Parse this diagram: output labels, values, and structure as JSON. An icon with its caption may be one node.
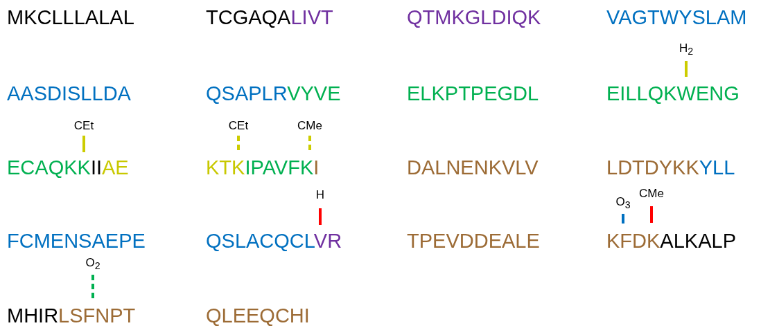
{
  "diagram": {
    "nodes": [
      {
        "text": [
          "H$_{2}$"
        ]
      },
      {
        "text": [
          "CEt"
        ]
      },
      {
        "text": [
          "CEt"
        ]
      },
      {
        "text": [
          "CMe"
        ]
      },
      {
        "text": [
          "H"
        ]
      },
      {
        "text": [
          "O$_{3}$"
        ]
      },
      {
        "text": [
          "CMe"
        ]
      },
      {
        "text": [
          "O$_{2}$"
        ]
      }
    ],
    "edges": [
      {
        "from": 0,
        "to": null,
        "arrow": "none",
        "color": "#cccc00"
      },
      {
        "from": 1,
        "to": null,
        "arrow": "none",
        "color": "#cccc00"
      },
      {
        "from": 2,
        "to": null,
        "arrow": "none",
        "style": "dashed",
        "color": "#cccc00"
      },
      {
        "from": 3,
        "to": null,
        "arrow": "none",
        "style": "dashed",
        "color": "#cccc00"
      },
      {
        "from": 4,
        "to": null,
        "arrow": "none",
        "color": "#ff0000"
      },
      {
        "from": 5,
        "to": null,
        "arrow": "none",
        "color": "#0070c0"
      },
      {
        "from": 6,
        "to": null,
        "arrow": "none",
        "color": "#ff0000"
      },
      {
        "from": 7,
        "to": null,
        "arrow": "none",
        "style": "dashed",
        "color": "#00b050"
      }
    ],
    "labels": [
      "MKCLLLALAL",
      "TCGAQALIVT",
      "QTMKGLDIQK",
      "VAGTWYSLAM",
      "AASDISLLDA",
      "QSAPLRVYVE",
      "ELKPTPEGDL",
      "EILLQKWENG",
      "ECAQKKIIAE",
      "KTKIPAVFKI",
      "DALNENKVLV",
      "LDTDYKKYLL",
      "FCMENSAEPE",
      "QSLACQCLVR",
      "TPEVDDEALE",
      "KFDKALKALP",
      "MHIRLSFNPT",
      "QLEEQCHI"
    ]
  }
}
